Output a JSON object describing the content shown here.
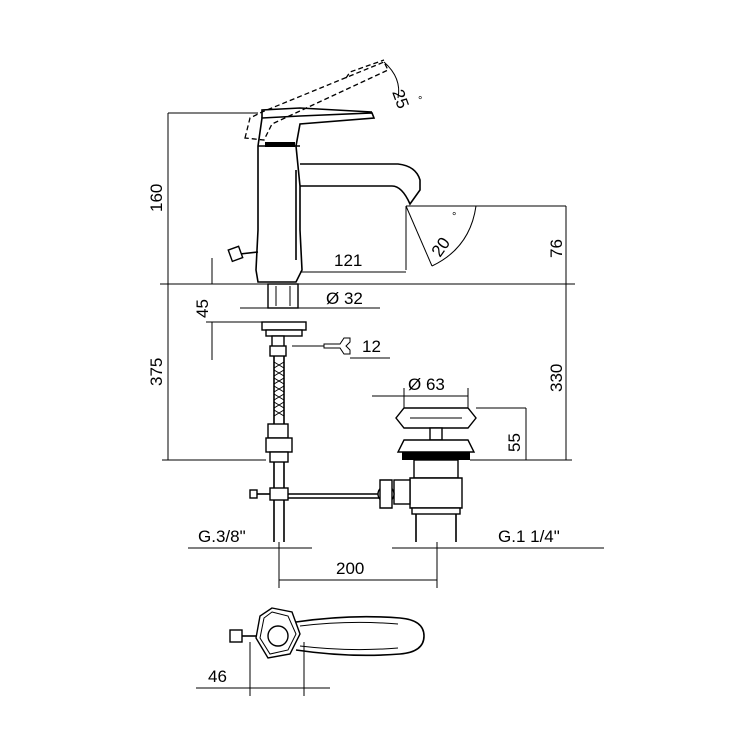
{
  "dimensions": {
    "handle_angle": "25",
    "handle_angle_unit": "°",
    "spout_angle": "20",
    "spout_angle_unit": "°",
    "height_top": "160",
    "spout_height": "76",
    "spout_reach": "121",
    "shank_length": "45",
    "shank_diameter": "Ø 32",
    "wrench_size": "12",
    "under_length": "375",
    "rod_height": "330",
    "waste_diameter": "Ø 63",
    "waste_height": "55",
    "inlet_thread": "G.3/8\"",
    "waste_thread": "G.1 1/4\"",
    "centre_distance": "200",
    "lever_offset": "46"
  },
  "icons": {
    "wrench": "wrench-icon"
  }
}
